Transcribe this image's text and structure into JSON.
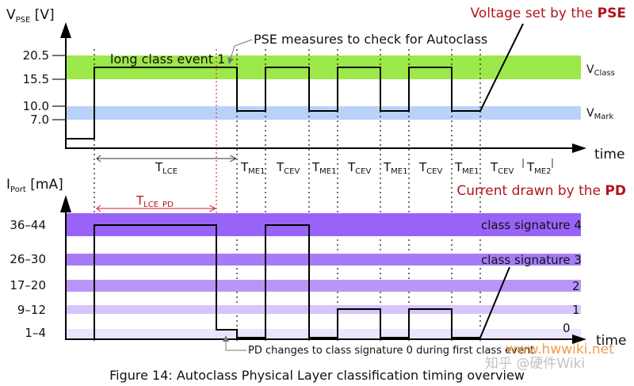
{
  "voltage_chart": {
    "axis_label": "V",
    "axis_label_sub": "PSE",
    "axis_unit": " [V]",
    "ticks": [
      "20.5",
      "15.5",
      "10.0",
      "7.0"
    ],
    "band_vclass": {
      "label": "V",
      "sub": "Class",
      "color": "#9de84a",
      "range": [
        15.5,
        20.5
      ]
    },
    "band_vmark": {
      "label": "V",
      "sub": "Mark",
      "color": "#b9d2fa",
      "range": [
        7.0,
        10.0
      ]
    },
    "title": "Voltage set by the ",
    "title_bold": "PSE",
    "long_class_event": "long class event 1",
    "pse_measures_note": "PSE measures to check for Autoclass",
    "time_label": "time",
    "segments": [
      {
        "label": "T",
        "sub": "LCE"
      },
      {
        "label": "T",
        "sub": "ME1"
      },
      {
        "label": "T",
        "sub": "CEV"
      },
      {
        "label": "T",
        "sub": "ME1"
      },
      {
        "label": "T",
        "sub": "CEV"
      },
      {
        "label": "T",
        "sub": "ME1"
      },
      {
        "label": "T",
        "sub": "CEV"
      },
      {
        "label": "T",
        "sub": "ME1"
      },
      {
        "label": "T",
        "sub": "CEV"
      },
      {
        "label": "T",
        "sub": "ME2"
      }
    ]
  },
  "current_chart": {
    "axis_label": "I",
    "axis_label_sub": "Port",
    "axis_unit": " [mA]",
    "title": "Current drawn by the ",
    "title_bold": "PD",
    "tlce_pd": {
      "label": "T",
      "sub": "LCE_PD"
    },
    "bands": [
      {
        "range": "36–44",
        "class_label": "class signature 4",
        "color": "#9a63f7"
      },
      {
        "range": "26–30",
        "class_label": "class signature 3",
        "color": "#a67bf7"
      },
      {
        "range": "17–20",
        "class_label": "2",
        "color": "#b995f8"
      },
      {
        "range": "9–12",
        "class_label": "1",
        "color": "#d6c5fb"
      },
      {
        "range": "1–4",
        "class_label": "0",
        "color": "#ece3fd"
      }
    ],
    "time_label": "time",
    "pd_note": "PD changes to class signature 0 during first class event"
  },
  "caption": "Figure 14: Autoclass Physical Layer classification timing overview",
  "watermark": {
    "site": "www.hwwiki.net",
    "zhihu": "知乎 @硬件Wiki"
  }
}
